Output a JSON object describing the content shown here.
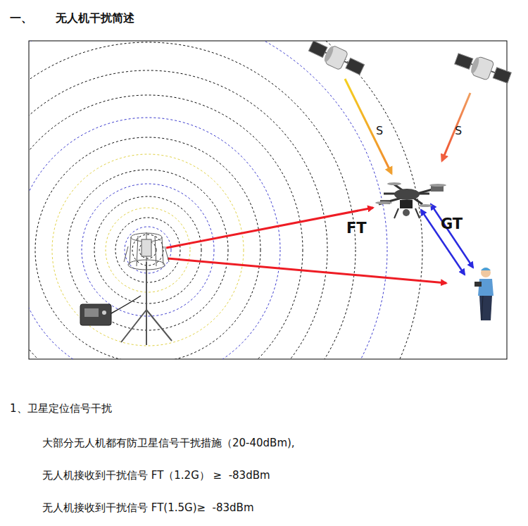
{
  "diagram": {
    "title": "一、      无人机干扰简述",
    "labels": [
      "S",
      "S",
      "FT",
      "GT",
      "1、卫星定位信号干扰",
      "大部分无人机都有防卫星信号干扰措施（20-40dBm),",
      "无人机接收到干扰信号 FT（1.2G） ≥  -83dBm",
      "无人机接收到干扰信号 FT(1.5G)≥  -83dBm"
    ]
  }
}
